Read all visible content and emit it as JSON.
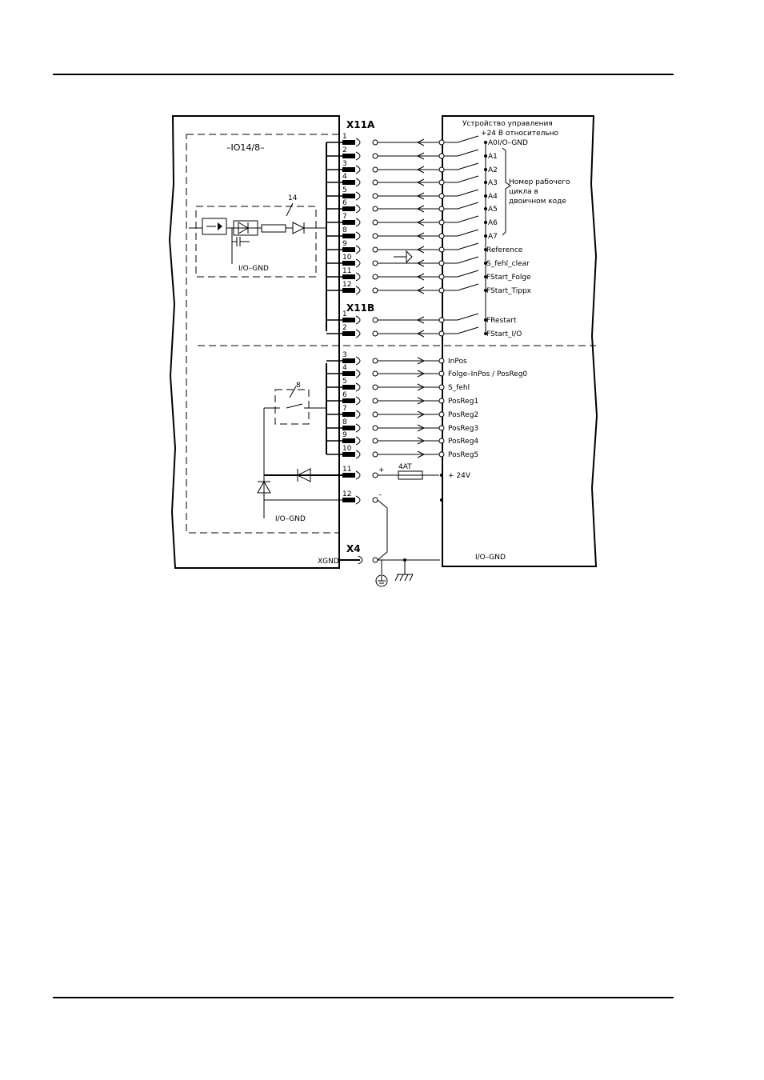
{
  "diagram": {
    "module_label": "–IO14/8–",
    "callout_14": "14",
    "callout_8": "8",
    "io_gnd": "I/O–GND",
    "connector_x11a": "X11A",
    "connector_x11b": "X11B",
    "connector_x4": "X4",
    "xgnd": "XGND",
    "fuse": "4AT",
    "plus": "+",
    "minus": "–",
    "ctrl_title": "Устройство управления",
    "ctrl_supply": "+24 В относительно",
    "ctrl_gnd": "I/O–GND",
    "binary_note": [
      "Номер рабочего",
      "цикла в",
      "двоичном коде"
    ],
    "x11a_inputs": [
      {
        "pin": "1",
        "signal": "A0"
      },
      {
        "pin": "2",
        "signal": "A1"
      },
      {
        "pin": "3",
        "signal": "A2"
      },
      {
        "pin": "4",
        "signal": "A3"
      },
      {
        "pin": "5",
        "signal": "A4"
      },
      {
        "pin": "6",
        "signal": "A5"
      },
      {
        "pin": "7",
        "signal": "A6"
      },
      {
        "pin": "8",
        "signal": "A7"
      },
      {
        "pin": "9",
        "signal": "Reference"
      },
      {
        "pin": "10",
        "signal": "S_fehl_clear"
      },
      {
        "pin": "11",
        "signal": "FStart_Folge"
      },
      {
        "pin": "12",
        "signal": "FStart_Tippx"
      }
    ],
    "x11b_inputs": [
      {
        "pin": "1",
        "signal": "FRestart"
      },
      {
        "pin": "2",
        "signal": "FStart_I/O"
      }
    ],
    "x11b_outputs": [
      {
        "pin": "3",
        "signal": "InPos"
      },
      {
        "pin": "4",
        "signal": "Folge–InPos / PosReg0"
      },
      {
        "pin": "5",
        "signal": "S_fehl"
      },
      {
        "pin": "6",
        "signal": "PosReg1"
      },
      {
        "pin": "7",
        "signal": "PosReg2"
      },
      {
        "pin": "8",
        "signal": "PosReg3"
      },
      {
        "pin": "9",
        "signal": "PosReg4"
      },
      {
        "pin": "10",
        "signal": "PosReg5"
      }
    ],
    "x11b_power": [
      {
        "pin": "11",
        "signal": "+ 24V"
      },
      {
        "pin": "12",
        "signal": ""
      }
    ],
    "x4_signal": "I/O–GND"
  }
}
